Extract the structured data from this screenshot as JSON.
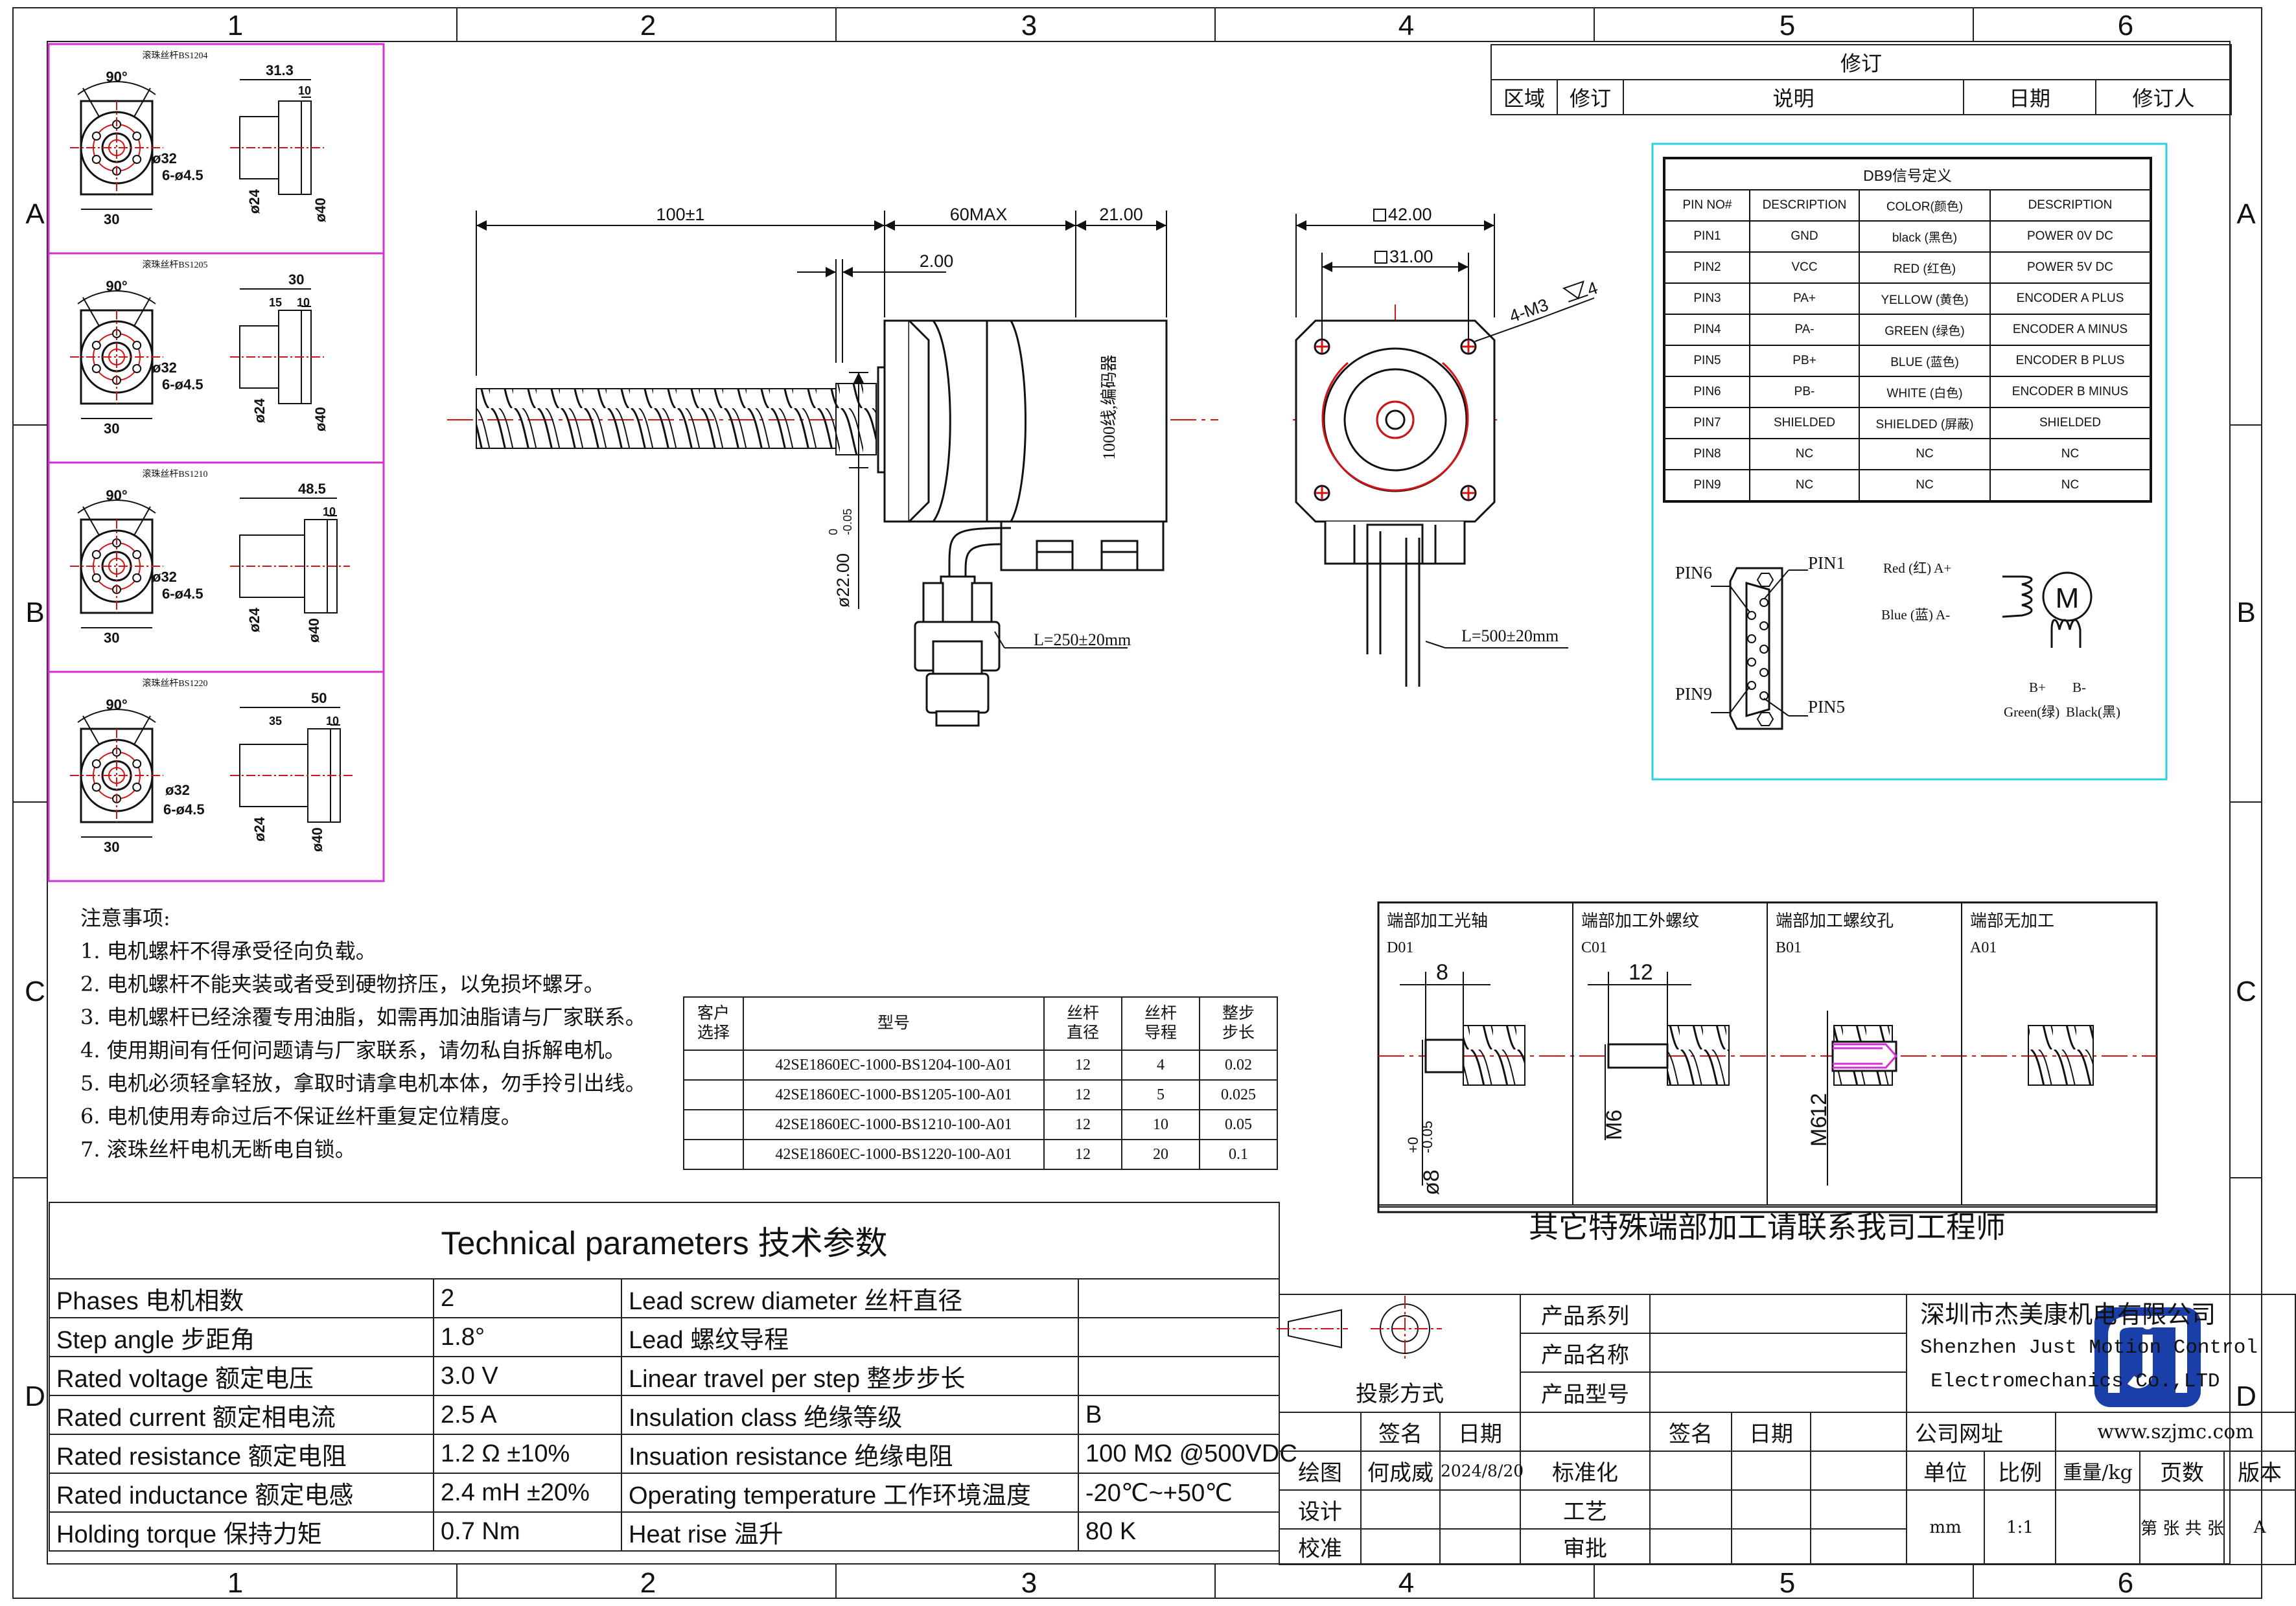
{
  "frame": {
    "col_labels": [
      "1",
      "2",
      "3",
      "4",
      "5",
      "6"
    ],
    "row_labels": [
      "A",
      "B",
      "C",
      "D"
    ]
  },
  "revision": {
    "title": "修订",
    "headers": [
      "区域",
      "修订",
      "说明",
      "日期",
      "修订人"
    ]
  },
  "flange_variants": [
    {
      "title": "滚珠丝杆BS1204",
      "angle": "90°",
      "dims": [
        "31.3",
        "10",
        "ø32",
        "6-ø4.5",
        "30",
        "ø24",
        "ø40"
      ]
    },
    {
      "title": "滚珠丝杆BS1205",
      "angle": "90°",
      "dims": [
        "30",
        "15",
        "10",
        "ø32",
        "6-ø4.5",
        "30",
        "ø24",
        "ø40"
      ]
    },
    {
      "title": "滚珠丝杆BS1210",
      "angle": "90°",
      "dims": [
        "48.5",
        "10",
        "ø32",
        "6-ø4.5",
        "30",
        "ø24",
        "ø40"
      ]
    },
    {
      "title": "滚珠丝杆BS1220",
      "angle": "90°",
      "dims": [
        "50",
        "35",
        "10",
        "ø32",
        "6-ø4.5",
        "30",
        "ø24",
        "ø40"
      ]
    }
  ],
  "side_view": {
    "dim_length": "100±1",
    "dim_body": "60MAX",
    "dim_rear": "21.00",
    "dim_step": "2.00",
    "dim_dia_main": "ø22.00",
    "dim_dia_tol": "0",
    "dim_dia_tol2": "-0.05",
    "encoder_text": "1000线,编码器",
    "cable_len": "L=250±20mm"
  },
  "front_view": {
    "dim_outer": "42.00",
    "dim_hole": "31.00",
    "thread_callout": "4-M3",
    "thread_depth": "4",
    "cable_len": "L=500±20mm"
  },
  "db9": {
    "title": "DB9信号定义",
    "headers": [
      "PIN NO#",
      "DESCRIPTION",
      "COLOR(颜色)",
      "DESCRIPTION"
    ],
    "rows": [
      [
        "PIN1",
        "GND",
        "black (黑色)",
        "POWER 0V DC"
      ],
      [
        "PIN2",
        "VCC",
        "RED (红色)",
        "POWER 5V DC"
      ],
      [
        "PIN3",
        "PA+",
        "YELLOW (黄色)",
        "ENCODER A PLUS"
      ],
      [
        "PIN4",
        "PA-",
        "GREEN (绿色)",
        "ENCODER A MINUS"
      ],
      [
        "PIN5",
        "PB+",
        "BLUE (蓝色)",
        "ENCODER B PLUS"
      ],
      [
        "PIN6",
        "PB-",
        "WHITE (白色)",
        "ENCODER B MINUS"
      ],
      [
        "PIN7",
        "SHIELDED",
        "SHIELDED (屏蔽)",
        "SHIELDED"
      ],
      [
        "PIN8",
        "NC",
        "NC",
        "NC"
      ],
      [
        "PIN9",
        "NC",
        "NC",
        "NC"
      ]
    ],
    "pin_labels": [
      "PIN6",
      "PIN1",
      "PIN9",
      "PIN5"
    ],
    "wire_a": "Red (红) A+",
    "wire_b": "Blue (蓝) A-",
    "motor": "M",
    "b_plus": "B+",
    "b_minus": "B-",
    "green": "Green(绿)",
    "black": "Black(黑)"
  },
  "notes": {
    "title": "注意事项:",
    "items": [
      "1.  电机螺杆不得承受径向负载。",
      "2.  电机螺杆不能夹装或者受到硬物挤压，以免损坏螺牙。",
      "3.  电机螺杆已经涂覆专用油脂，如需再加油脂请与厂家联系。",
      "4.  使用期间有任何问题请与厂家联系，请勿私自拆解电机。",
      "5.  电机必须轻拿轻放，拿取时请拿电机本体，勿手拎引出线。",
      "6.  电机使用寿命过后不保证丝杆重复定位精度。",
      "7.  滚珠丝杆电机无断电自锁。"
    ]
  },
  "models": {
    "headers": [
      "客户\n选择",
      "型号",
      "丝杆\n直径",
      "丝杆\n导程",
      "整步\n步长"
    ],
    "rows": [
      [
        "",
        "42SE1860EC-1000-BS1204-100-A01",
        "12",
        "4",
        "0.02"
      ],
      [
        "",
        "42SE1860EC-1000-BS1205-100-A01",
        "12",
        "5",
        "0.025"
      ],
      [
        "",
        "42SE1860EC-1000-BS1210-100-A01",
        "12",
        "10",
        "0.05"
      ],
      [
        "",
        "42SE1860EC-1000-BS1220-100-A01",
        "12",
        "20",
        "0.1"
      ]
    ]
  },
  "end_machining": {
    "cells": [
      {
        "title": "端部加工光轴",
        "code": "D01",
        "dim_top": "8",
        "dim_side": "ø8",
        "dim_tol": "+0\n-0.05"
      },
      {
        "title": "端部加工外螺纹",
        "code": "C01",
        "dim_top": "12",
        "dim_side": "M6"
      },
      {
        "title": "端部加工螺纹孔",
        "code": "B01",
        "dim_side": "M6",
        "dim_depth": "12"
      },
      {
        "title": "端部无加工",
        "code": "A01"
      }
    ],
    "footer": "其它特殊端部加工请联系我司工程师"
  },
  "tech": {
    "title": "Technical parameters 技术参数",
    "rows": [
      [
        "Phases 电机相数",
        "2",
        "Lead screw diameter 丝杆直径",
        ""
      ],
      [
        "Step angle 步距角",
        "1.8°",
        "Lead 螺纹导程",
        ""
      ],
      [
        "Rated voltage 额定电压",
        "3.0 V",
        "Linear travel per step 整步步长",
        ""
      ],
      [
        "Rated current 额定相电流",
        "2.5 A",
        "Insulation class 绝缘等级",
        "B"
      ],
      [
        "Rated resistance 额定电阻",
        "1.2 Ω  ±10%",
        "Insuation resistance 绝缘电阻",
        "100 MΩ @500VDC"
      ],
      [
        "Rated inductance 额定电感",
        "2.4 mH ±20%",
        "Operating temperature 工作环境温度",
        "-20℃~+50℃"
      ],
      [
        "Holding torque 保持力矩",
        "0.7 Nm",
        "Heat rise 温升",
        "80 K"
      ]
    ]
  },
  "title_block": {
    "series_label": "产品系列",
    "name_label": "产品名称",
    "projection_label": "投影方式",
    "model_label": "产品型号",
    "sign_label": "签名",
    "date_label": "日期",
    "sign_label2": "签名",
    "date_label2": "日期",
    "draw_label": "绘图",
    "drawer": "何成威",
    "draw_date": "2024/8/20",
    "std_label": "标准化",
    "design_label": "设计",
    "process_label": "工艺",
    "check_label": "校准",
    "approve_label": "审批",
    "company_cn": "深圳市杰美康机电有限公司",
    "company_en1": "Shenzhen Just Motion Control",
    "company_en2": "Electromechanics Co.,LTD",
    "website_label": "公司网址",
    "website": "www.szjmc.com",
    "unit_label": "单位",
    "scale_label": "比例",
    "weight_label": "重量/kg",
    "pages_label": "页数",
    "version_label": "版本",
    "unit": "mm",
    "scale": "1:1",
    "pages": "第 张 共 张",
    "version": "A"
  },
  "colors": {
    "red": "#d21414",
    "magenta": "#d62fd6",
    "cyan": "#2bd2dc",
    "logo_blue": "#1a3fa8"
  }
}
